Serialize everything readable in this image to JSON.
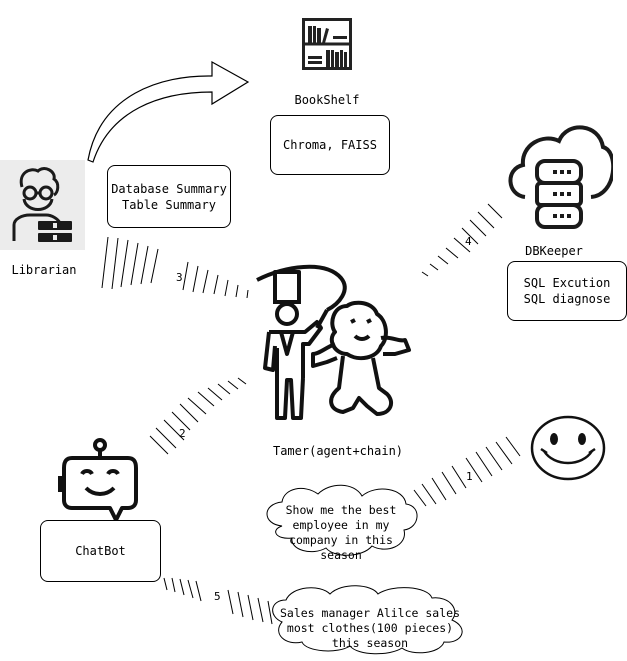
{
  "nodes": {
    "bookshelf": {
      "label": "BookShelf",
      "box_lines": [
        "Chroma, FAISS"
      ]
    },
    "librarian": {
      "label": "Librarian",
      "box_lines": [
        "Database Summary",
        "Table Summary"
      ]
    },
    "dbkeeper": {
      "label": "DBKeeper",
      "box_lines": [
        "SQL Excution",
        "SQL diagnose"
      ]
    },
    "tamer": {
      "label": "Tamer(agent+chain)"
    },
    "chatbot": {
      "label": "ChatBot"
    },
    "user": {}
  },
  "clouds": {
    "question": "Show me the best employee in my company in this season",
    "answer": "Sales manager Alilce sales most clothes(100 pieces)  this season"
  },
  "steps": [
    "1",
    "2",
    "3",
    "4",
    "5"
  ],
  "icons": [
    "bookshelf-icon",
    "librarian-icon",
    "database-cloud-icon",
    "tamer-lion-icon",
    "robot-icon",
    "smiley-icon"
  ]
}
